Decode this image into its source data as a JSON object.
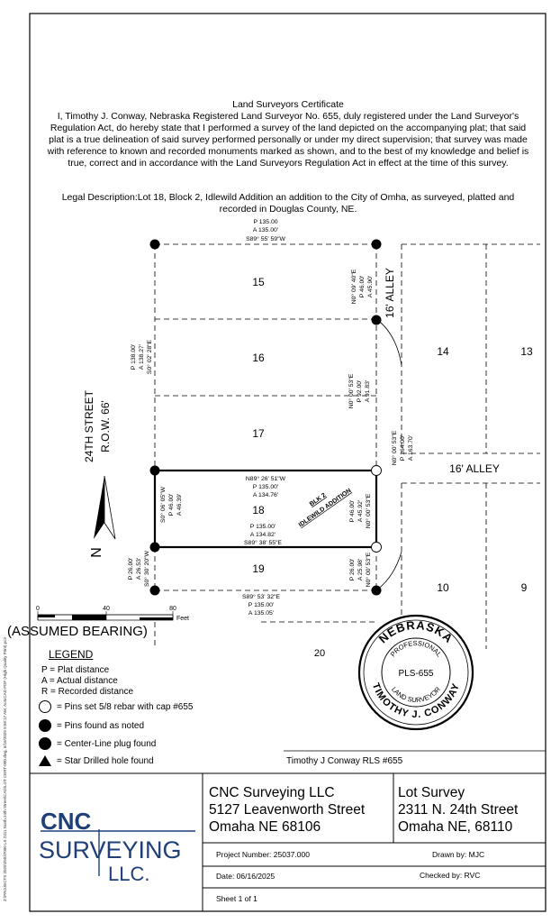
{
  "certificate": {
    "title": "Land Surveyors Certificate",
    "body": "I, Timothy J. Conway, Nebraska Registered Land Surveyor No. 655, duly registered under the Land Surveyor's Regulation Act, do hereby state that I performed a survey of the land depicted on the accompanying plat; that said plat is a true delineation of said survey performed personally or under my direct supervision; that survey was made with reference to known and recorded monuments marked as shown, and to the best of my knowledge and belief is true, correct and in accordance with the Land Surveyors Regulation Act in effect at the time of this survey.",
    "legal": "Legal Description:Lot 18, Block 2, Idlewild Addition an addition to the City of Omha, as surveyed, platted and recorded in Douglas County, NE."
  },
  "plat": {
    "top_line": [
      "P 135.00",
      "A 135.00'",
      "S89° 55' 59\"W"
    ],
    "lots": [
      "15",
      "16",
      "17",
      "18",
      "19",
      "14",
      "13",
      "10",
      "9"
    ],
    "street": [
      "24TH STREET",
      "R.O.W. 66'"
    ],
    "alley_vertical": "16' ALLEY",
    "alley_horizontal": "16' ALLEY",
    "west_bearing": [
      "P 138.00'",
      "A 138.27'",
      "S0° 02' 28\"E"
    ],
    "east_15": [
      "N0° 09' 40\"E",
      "P 46.00'",
      "A 45.90'"
    ],
    "east_16_17": [
      "N0° 00' 53\"E",
      "P 92.00'",
      "A 91.83'"
    ],
    "east_long": [
      "N0° 00' 53\"E",
      "P 164.00'",
      "A 163.70'"
    ],
    "lot18_top": [
      "N89° 26' 51\"W",
      "P 135.00'",
      "A 134.76'"
    ],
    "lot18_bottom": [
      "P 135.00'",
      "A 134.82'",
      "S89° 38' 55\"E"
    ],
    "lot18_west": [
      "S0° 06' 05\"W",
      "P 46.00'",
      "A 46.39'"
    ],
    "lot18_east": [
      "P 46.00'",
      "A 45.92'",
      "N0° 00' 53\"E"
    ],
    "block_label": [
      "BLK 2",
      "IDLEWILD ADDITION"
    ],
    "lot19_west": [
      "P 26.00'",
      "A 26.53'",
      "S0° 30' 20\"W"
    ],
    "lot19_east": [
      "P 26.00'",
      "A 25.98'",
      "N0° 00' 53\"E"
    ],
    "bottom_line": [
      "S89° 53' 32\"E",
      "P 135.00'",
      "A 135.05'"
    ],
    "partial_text": "20"
  },
  "scale": {
    "ticks": [
      "0",
      "40",
      "80"
    ],
    "unit": "Feet",
    "note": "(ASSUMED BEARING)"
  },
  "legend": {
    "title": "LEGEND",
    "defs": [
      "P = Plat distance",
      "A = Actual distance",
      "R = Recorded distance"
    ],
    "items": [
      "= Pins set 5/8 rebar with cap #655",
      "= Pins found as noted",
      "= Center-Line plug found",
      "= Star Drilled hole found"
    ]
  },
  "seal": {
    "state": "NEBRASKA",
    "professional": "PROFESSIONAL",
    "license": "PLS-655",
    "land_surveyor": "LAND SURVEYOR",
    "name": "TIMOTHY J. CONWAY"
  },
  "signer": "Timothy J Conway RLS #655",
  "company": {
    "logo_top": "CNC",
    "logo_mid": "SURVEYING",
    "logo_bottom": "LLC.",
    "name": "CNC Surveying LLC",
    "address1": "5127 Leavenworth Street",
    "address2": "Omaha NE 68106"
  },
  "project": {
    "title": "Lot Survey",
    "address1": "2311 N. 24th Street",
    "address2": "Omaha NE, 68110",
    "number": "Project Number: 25037.000",
    "date": "Date: 06/16/2025",
    "sheet": "Sheet 1 of 1",
    "drawn": "Drawn by: MJC",
    "checked": "Checked by: RVC"
  },
  "file_path": "Z:\\PROJECTS 2025\\25037000 LS 2311 North 24th Street\\CAD\\LOT CERT-000.dwg, 6/16/2025 9:58:17 AM, AutoCAD PDF (High Quality Print).pc3"
}
